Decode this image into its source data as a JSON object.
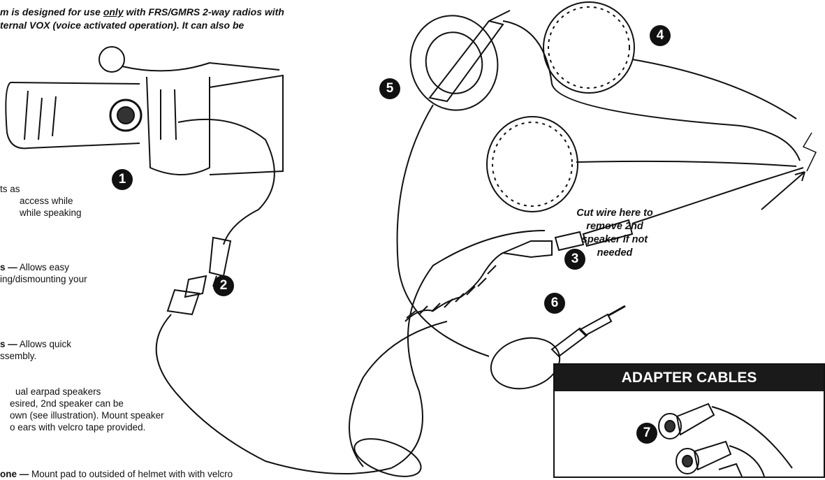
{
  "intro": {
    "line1_pre": "m is designed for use ",
    "line1_under": "only",
    "line1_post": " with FRS/GMRS 2-way radios with",
    "line2": "ternal VOX (voice activated operation). It can also be"
  },
  "descriptions": [
    {
      "line1": "ts as",
      "line2": "access while",
      "line3": "while speaking"
    },
    {
      "bold": "s —",
      "rest": " Allows easy",
      "line2": "ing/dismounting your"
    },
    {
      "bold": "s —",
      "rest": " Allows quick",
      "line2": "ssembly."
    },
    {
      "line1": "ual earpad speakers",
      "line2": "esired, 2nd speaker can be",
      "line3": "own (see illustration). Mount speaker",
      "line4": "o ears with velcro tape provided."
    },
    {
      "bold": "one —",
      "rest": " Mount pad to outsided of helmet with with velcro"
    }
  ],
  "markers": [
    "1",
    "2",
    "3",
    "4",
    "5",
    "6",
    "7"
  ],
  "cut_note": {
    "l1": "Cut wire here to",
    "l2": "remove 2nd",
    "l3": "speaker if not",
    "l4": "needed"
  },
  "adapter": {
    "title": "ADAPTER CABLES"
  }
}
